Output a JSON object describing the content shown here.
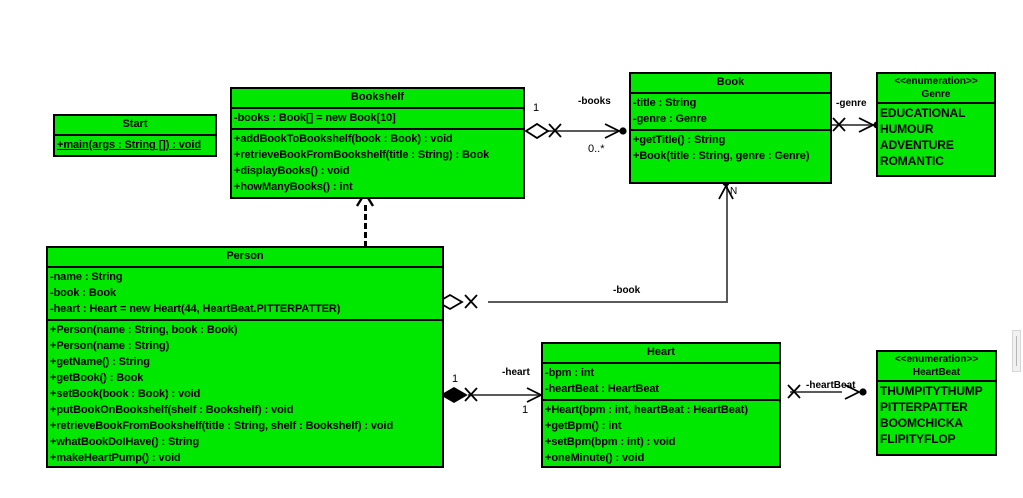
{
  "diagram": {
    "type": "uml-class-diagram",
    "background_color": "#ffffff",
    "class_fill_color": "#00e800",
    "class_border_color": "#000000",
    "connector_color": "#5a5a5a"
  },
  "classes": [
    {
      "id": "start",
      "name": "Start",
      "stereotype": "",
      "attributes": [],
      "operations": [
        "+main(args : String []) : void"
      ]
    },
    {
      "id": "bookshelf",
      "name": "Bookshelf",
      "stereotype": "",
      "attributes": [
        "-books : Book[] = new Book[10]"
      ],
      "operations": [
        "+addBookToBookshelf(book : Book) : void",
        "+retrieveBookFromBookshelf(title : String) : Book",
        "+displayBooks() : void",
        "+howManyBooks() : int"
      ]
    },
    {
      "id": "book",
      "name": "Book",
      "stereotype": "",
      "attributes": [
        "-title : String",
        "-genre : Genre"
      ],
      "operations": [
        "+getTitle() : String",
        "+Book(title : String, genre : Genre)"
      ]
    },
    {
      "id": "genre",
      "name": "Genre",
      "stereotype": "<<enumeration>>",
      "attributes": [],
      "literals": [
        "EDUCATIONAL",
        "HUMOUR",
        "ADVENTURE",
        "ROMANTIC"
      ]
    },
    {
      "id": "person",
      "name": "Person",
      "stereotype": "",
      "attributes": [
        "-name : String",
        "-book : Book",
        "-heart : Heart = new Heart(44, HeartBeat.PITTERPATTER)"
      ],
      "operations": [
        "+Person(name : String, book : Book)",
        "+Person(name : String)",
        "+getName() : String",
        "+getBook() : Book",
        "+setBook(book : Book) : void",
        "+putBookOnBookshelf(shelf : Bookshelf) : void",
        "+retrieveBookFromBookshelf(title : String, shelf : Bookshelf) : void",
        "+whatBookDoIHave() : String",
        "+makeHeartPump() : void"
      ]
    },
    {
      "id": "heart",
      "name": "Heart",
      "stereotype": "",
      "attributes": [
        "-bpm : int",
        "-heartBeat : HeartBeat"
      ],
      "operations": [
        "+Heart(bpm : int, heartBeat : HeartBeat)",
        "+getBpm() : int",
        "+setBpm(bpm : int) : void",
        "+oneMinute() : void"
      ]
    },
    {
      "id": "heartbeat",
      "name": "HeartBeat",
      "stereotype": "<<enumeration>>",
      "attributes": [],
      "literals": [
        "THUMPITYTHUMP",
        "PITTERPATTER",
        "BOOMCHICKA",
        "FLIPITYFLOP"
      ]
    }
  ],
  "connectors": [
    {
      "id": "bookshelf-book",
      "from": "bookshelf",
      "to": "book",
      "kind": "aggregation",
      "role_label": "-books",
      "source_multiplicity": "1",
      "target_multiplicity": "0..*"
    },
    {
      "id": "book-genre",
      "from": "book",
      "to": "genre",
      "kind": "association",
      "role_label": "-genre",
      "source_multiplicity": "",
      "target_multiplicity": ""
    },
    {
      "id": "person-book",
      "from": "person",
      "to": "book",
      "kind": "aggregation",
      "role_label": "-book",
      "source_multiplicity": "",
      "target_multiplicity": "N"
    },
    {
      "id": "person-heart",
      "from": "person",
      "to": "heart",
      "kind": "composition",
      "role_label": "-heart",
      "source_multiplicity": "1",
      "target_multiplicity": "1"
    },
    {
      "id": "heart-heartbeat",
      "from": "heart",
      "to": "heartbeat",
      "kind": "association",
      "role_label": "-heartBeat",
      "source_multiplicity": "",
      "target_multiplicity": ""
    },
    {
      "id": "person-bookshelf",
      "from": "person",
      "to": "bookshelf",
      "kind": "dependency",
      "role_label": "",
      "source_multiplicity": "",
      "target_multiplicity": ""
    }
  ]
}
